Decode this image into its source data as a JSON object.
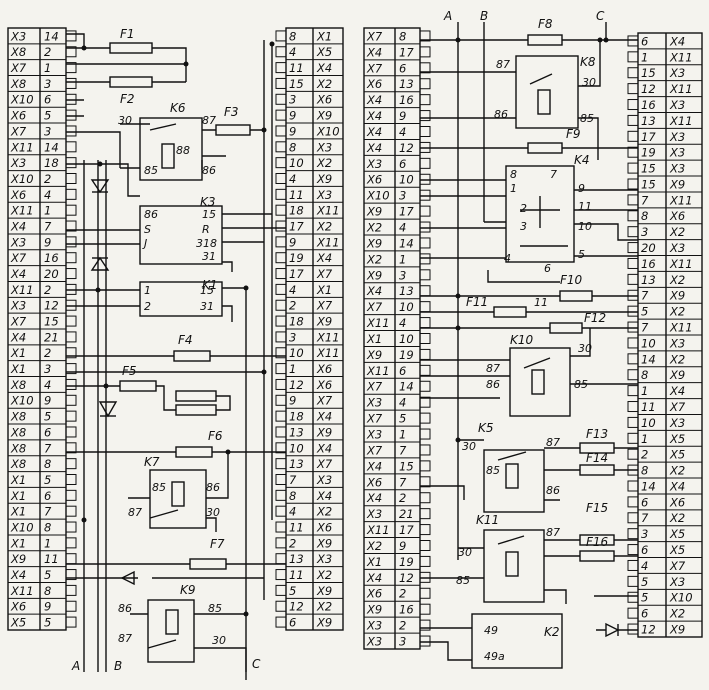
{
  "blocks": {
    "left_in": [
      [
        "X3",
        "14"
      ],
      [
        "X8",
        "2"
      ],
      [
        "X7",
        "1"
      ],
      [
        "X8",
        "3"
      ],
      [
        "X10",
        "6"
      ],
      [
        "X6",
        "5"
      ],
      [
        "X7",
        "3"
      ],
      [
        "X11",
        "14"
      ],
      [
        "X3",
        "18"
      ],
      [
        "X10",
        "2"
      ],
      [
        "X6",
        "4"
      ],
      [
        "X11",
        "1"
      ],
      [
        "X4",
        "7"
      ],
      [
        "X3",
        "9"
      ],
      [
        "X7",
        "16"
      ],
      [
        "X4",
        "20"
      ],
      [
        "X11",
        "2"
      ],
      [
        "X3",
        "12"
      ],
      [
        "X7",
        "15"
      ],
      [
        "X4",
        "21"
      ],
      [
        "X1",
        "2"
      ],
      [
        "X1",
        "3"
      ],
      [
        "X8",
        "4"
      ],
      [
        "X10",
        "9"
      ],
      [
        "X8",
        "5"
      ],
      [
        "X8",
        "6"
      ],
      [
        "X8",
        "7"
      ],
      [
        "X8",
        "8"
      ],
      [
        "X1",
        "5"
      ],
      [
        "X1",
        "6"
      ],
      [
        "X1",
        "7"
      ],
      [
        "X10",
        "8"
      ],
      [
        "X1",
        "1"
      ],
      [
        "X9",
        "11"
      ],
      [
        "X4",
        "5"
      ],
      [
        "X11",
        "8"
      ],
      [
        "X6",
        "9"
      ],
      [
        "X5",
        "5"
      ]
    ],
    "left_out": [
      [
        "8",
        "X1"
      ],
      [
        "4",
        "X5"
      ],
      [
        "11",
        "X4"
      ],
      [
        "15",
        "X2"
      ],
      [
        "3",
        "X6"
      ],
      [
        "9",
        "X9"
      ],
      [
        "9",
        "X10"
      ],
      [
        "8",
        "X3"
      ],
      [
        "10",
        "X2"
      ],
      [
        "4",
        "X9"
      ],
      [
        "11",
        "X3"
      ],
      [
        "18",
        "X11"
      ],
      [
        "17",
        "X2"
      ],
      [
        "9",
        "X11"
      ],
      [
        "19",
        "X4"
      ],
      [
        "17",
        "X7"
      ],
      [
        "4",
        "X1"
      ],
      [
        "2",
        "X7"
      ],
      [
        "18",
        "X9"
      ],
      [
        "3",
        "X11"
      ],
      [
        "10",
        "X11"
      ],
      [
        "1",
        "X6"
      ],
      [
        "12",
        "X6"
      ],
      [
        "9",
        "X7"
      ],
      [
        "18",
        "X4"
      ],
      [
        "13",
        "X9"
      ],
      [
        "10",
        "X4"
      ],
      [
        "13",
        "X7"
      ],
      [
        "7",
        "X3"
      ],
      [
        "8",
        "X4"
      ],
      [
        "4",
        "X2"
      ],
      [
        "11",
        "X6"
      ],
      [
        "2",
        "X9"
      ],
      [
        "13",
        "X3"
      ],
      [
        "11",
        "X2"
      ],
      [
        "5",
        "X9"
      ],
      [
        "12",
        "X2"
      ],
      [
        "6",
        "X9"
      ]
    ],
    "right_in": [
      [
        "X7",
        "8"
      ],
      [
        "X4",
        "17"
      ],
      [
        "X7",
        "6"
      ],
      [
        "X6",
        "13"
      ],
      [
        "X4",
        "16"
      ],
      [
        "X4",
        "9"
      ],
      [
        "X4",
        "4"
      ],
      [
        "X4",
        "12"
      ],
      [
        "X3",
        "6"
      ],
      [
        "X6",
        "10"
      ],
      [
        "X10",
        "3"
      ],
      [
        "X9",
        "17"
      ],
      [
        "X2",
        "4"
      ],
      [
        "X9",
        "14"
      ],
      [
        "X2",
        "1"
      ],
      [
        "X9",
        "3"
      ],
      [
        "X4",
        "13"
      ],
      [
        "X7",
        "10"
      ],
      [
        "X11",
        "4"
      ],
      [
        "X1",
        "10"
      ],
      [
        "X9",
        "19"
      ],
      [
        "X11",
        "6"
      ],
      [
        "X7",
        "14"
      ],
      [
        "X3",
        "4"
      ],
      [
        "X7",
        "5"
      ],
      [
        "X3",
        "1"
      ],
      [
        "X7",
        "7"
      ],
      [
        "X4",
        "15"
      ],
      [
        "X6",
        "7"
      ],
      [
        "X4",
        "2"
      ],
      [
        "X3",
        "21"
      ],
      [
        "X11",
        "17"
      ],
      [
        "X2",
        "9"
      ],
      [
        "X1",
        "19"
      ],
      [
        "X4",
        "12"
      ],
      [
        "X6",
        "2"
      ],
      [
        "X9",
        "16"
      ],
      [
        "X3",
        "2"
      ],
      [
        "X3",
        "3"
      ]
    ],
    "right_out": [
      [
        "6",
        "X4"
      ],
      [
        "1",
        "X11"
      ],
      [
        "15",
        "X3"
      ],
      [
        "12",
        "X11"
      ],
      [
        "16",
        "X3"
      ],
      [
        "13",
        "X11"
      ],
      [
        "17",
        "X3"
      ],
      [
        "19",
        "X3"
      ],
      [
        "15",
        "X3"
      ],
      [
        "15",
        "X9"
      ],
      [
        "7",
        "X11"
      ],
      [
        "8",
        "X6"
      ],
      [
        "3",
        "X2"
      ],
      [
        "20",
        "X3"
      ],
      [
        "16",
        "X11"
      ],
      [
        "13",
        "X2"
      ],
      [
        "7",
        "X9"
      ],
      [
        "5",
        "X2"
      ],
      [
        "7",
        "X11"
      ],
      [
        "10",
        "X3"
      ],
      [
        "14",
        "X2"
      ],
      [
        "8",
        "X9"
      ],
      [
        "1",
        "X4"
      ],
      [
        "11",
        "X7"
      ],
      [
        "10",
        "X3"
      ],
      [
        "1",
        "X5"
      ],
      [
        "2",
        "X5"
      ],
      [
        "8",
        "X2"
      ],
      [
        "14",
        "X4"
      ],
      [
        "6",
        "X6"
      ],
      [
        "7",
        "X2"
      ],
      [
        "3",
        "X5"
      ],
      [
        "6",
        "X5"
      ],
      [
        "4",
        "X7"
      ],
      [
        "5",
        "X3"
      ],
      [
        "5",
        "X10"
      ],
      [
        "6",
        "X2"
      ],
      [
        "12",
        "X9"
      ]
    ]
  },
  "labels": {
    "fuses": [
      {
        "id": "f1",
        "text": "F1"
      },
      {
        "id": "f2",
        "text": "F2"
      },
      {
        "id": "f3",
        "text": "F3"
      },
      {
        "id": "f4",
        "text": "F4"
      },
      {
        "id": "f5",
        "text": "F5"
      },
      {
        "id": "f6",
        "text": "F6"
      },
      {
        "id": "f7",
        "text": "F7"
      },
      {
        "id": "f8",
        "text": "F8"
      },
      {
        "id": "f9",
        "text": "F9"
      },
      {
        "id": "f10",
        "text": "F10"
      },
      {
        "id": "f11",
        "text": "F11"
      },
      {
        "id": "f12",
        "text": "F12"
      },
      {
        "id": "f13",
        "text": "F13"
      },
      {
        "id": "f14",
        "text": "F14"
      },
      {
        "id": "f15",
        "text": "F15"
      },
      {
        "id": "f16",
        "text": "F16"
      }
    ],
    "relays": [
      {
        "id": "k1",
        "text": "K1"
      },
      {
        "id": "k2",
        "text": "K2"
      },
      {
        "id": "k3",
        "text": "K3"
      },
      {
        "id": "k4",
        "text": "K4"
      },
      {
        "id": "k5",
        "text": "K5"
      },
      {
        "id": "k6",
        "text": "K6"
      },
      {
        "id": "k7",
        "text": "K7"
      },
      {
        "id": "k8",
        "text": "K8"
      },
      {
        "id": "k9",
        "text": "K9"
      },
      {
        "id": "k10",
        "text": "K10"
      },
      {
        "id": "k11",
        "text": "K11"
      }
    ],
    "pins": [
      {
        "id": "k6_30",
        "text": "30"
      },
      {
        "id": "k6_87",
        "text": "87"
      },
      {
        "id": "k6_88",
        "text": "88"
      },
      {
        "id": "k6_85",
        "text": "85"
      },
      {
        "id": "k6_86",
        "text": "86"
      },
      {
        "id": "k3_86",
        "text": "86"
      },
      {
        "id": "k3_15",
        "text": "15"
      },
      {
        "id": "k3_s",
        "text": "S"
      },
      {
        "id": "k3_r",
        "text": "R"
      },
      {
        "id": "k3_j",
        "text": "J"
      },
      {
        "id": "k3_318",
        "text": "318"
      },
      {
        "id": "k3_31",
        "text": "31"
      },
      {
        "id": "k1_1",
        "text": "1"
      },
      {
        "id": "k1_15",
        "text": "15"
      },
      {
        "id": "k1_2",
        "text": "2"
      },
      {
        "id": "k1_31",
        "text": "31"
      },
      {
        "id": "k7_85",
        "text": "85"
      },
      {
        "id": "k7_86",
        "text": "86"
      },
      {
        "id": "k7_87",
        "text": "87"
      },
      {
        "id": "k7_30",
        "text": "30"
      },
      {
        "id": "k9_86",
        "text": "86"
      },
      {
        "id": "k9_85",
        "text": "85"
      },
      {
        "id": "k9_87",
        "text": "87"
      },
      {
        "id": "k9_30",
        "text": "30"
      },
      {
        "id": "k8_87",
        "text": "87"
      },
      {
        "id": "k8_30",
        "text": "30"
      },
      {
        "id": "k8_86",
        "text": "86"
      },
      {
        "id": "k8_85",
        "text": "85"
      },
      {
        "id": "k4_8",
        "text": "8"
      },
      {
        "id": "k4_7",
        "text": "7"
      },
      {
        "id": "k4_1",
        "text": "1"
      },
      {
        "id": "k4_9",
        "text": "9"
      },
      {
        "id": "k4_2",
        "text": "2"
      },
      {
        "id": "k4_11",
        "text": "11"
      },
      {
        "id": "k4_3",
        "text": "3"
      },
      {
        "id": "k4_10",
        "text": "10"
      },
      {
        "id": "k4_4",
        "text": "4"
      },
      {
        "id": "k4_6",
        "text": "6"
      },
      {
        "id": "k4_5",
        "text": "5"
      },
      {
        "id": "f11_11",
        "text": "11"
      },
      {
        "id": "k10_30",
        "text": "30"
      },
      {
        "id": "k10_87",
        "text": "87"
      },
      {
        "id": "k10_86",
        "text": "86"
      },
      {
        "id": "k10_85",
        "text": "85"
      },
      {
        "id": "k5_30",
        "text": "30"
      },
      {
        "id": "k5_87",
        "text": "87"
      },
      {
        "id": "k5_85",
        "text": "85"
      },
      {
        "id": "k5_86",
        "text": "86"
      },
      {
        "id": "k11_30",
        "text": "30"
      },
      {
        "id": "k11_87",
        "text": "87"
      },
      {
        "id": "k11_85",
        "text": "85"
      },
      {
        "id": "k2_49",
        "text": "49"
      },
      {
        "id": "k2_49a",
        "text": "49a"
      }
    ],
    "buses": [
      {
        "id": "bus_a_left",
        "text": "A"
      },
      {
        "id": "bus_b_left",
        "text": "B"
      },
      {
        "id": "bus_c_left",
        "text": "C"
      },
      {
        "id": "bus_a_right",
        "text": "A"
      },
      {
        "id": "bus_b_right",
        "text": "B"
      },
      {
        "id": "bus_c_right",
        "text": "C"
      }
    ]
  }
}
